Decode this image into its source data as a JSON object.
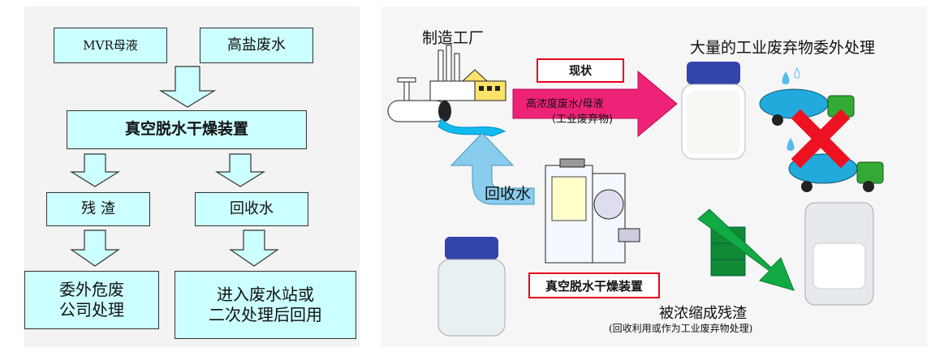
{
  "flowchart": {
    "mvr": "MVR母液",
    "brine": "高盐废水",
    "device": "真空脱水干燥装置",
    "residue": "残 渣",
    "water": "回收水",
    "outsource_l1": "委外危废",
    "outsource_l2": "公司处理",
    "reuse_l1": "进入废水站或",
    "reuse_l2": "二次处理后回用"
  },
  "process": {
    "factory": "制造工厂",
    "status": "现状",
    "arrow_l1": "高浓度废水/母液",
    "arrow_l2": "（工业废弃物)",
    "outsourced": "大量的工业废弃物委外处理",
    "recycled": "回收水",
    "device": "真空脱水干燥装置",
    "residue": "被浓缩成残渣",
    "residue_note": "(回收利用或作为工业废弃物处理)"
  },
  "colors": {
    "box_fill": "#ccffff",
    "pink_arrow": "#ee2277",
    "blue_arrow": "#88ccee",
    "green_arrow": "#11aa44",
    "red_border": "#e8001c",
    "cross": "#ee1122"
  },
  "icons": [
    "factory-icon",
    "truck-icon",
    "cross-icon",
    "drum-icon",
    "jar-icon",
    "machine-icon"
  ]
}
